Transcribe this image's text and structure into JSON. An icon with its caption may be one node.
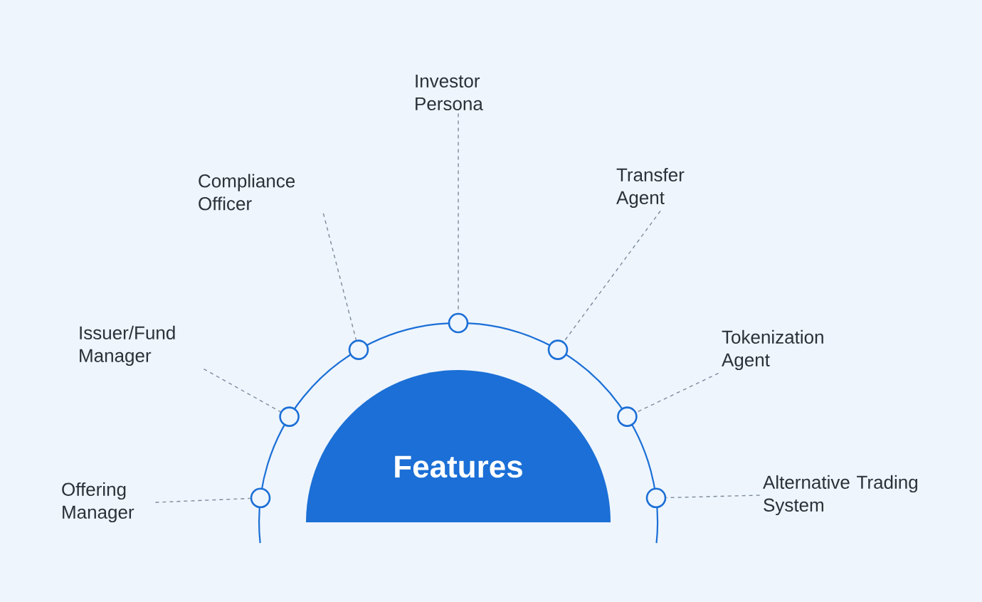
{
  "diagram": {
    "nodes": [
      {
        "text": [
          "Offering Manager"
        ]
      },
      {
        "text": [
          "Issuer/Fund Manager"
        ]
      },
      {
        "text": [
          "Compliance Officer"
        ]
      },
      {
        "text": [
          "Investor Persona"
        ]
      },
      {
        "text": [
          "Transfer Agent"
        ]
      },
      {
        "text": [
          "Tokenization Agent"
        ]
      },
      {
        "text": [
          "Alternative Trading System"
        ]
      },
      {
        "text": [],
        "shape": "circle"
      },
      {
        "text": [],
        "shape": "circle"
      },
      {
        "text": [],
        "shape": "circle"
      },
      {
        "text": [],
        "shape": "circle"
      },
      {
        "text": [],
        "shape": "circle"
      },
      {
        "text": [],
        "shape": "circle"
      },
      {
        "text": [],
        "shape": "circle"
      },
      {
        "text": [
          "Features"
        ]
      }
    ],
    "edges": [
      {
        "from": 0,
        "to": 7,
        "arrow": "none",
        "style": "dashed"
      },
      {
        "from": 1,
        "to": 8,
        "arrow": "none",
        "style": "dashed"
      },
      {
        "from": 2,
        "to": 9,
        "arrow": "none",
        "style": "dashed"
      },
      {
        "from": 3,
        "to": 10,
        "arrow": "none",
        "style": "dashed"
      },
      {
        "from": 4,
        "to": 11,
        "arrow": "none",
        "style": "dashed"
      },
      {
        "from": 5,
        "to": 12,
        "arrow": "none",
        "style": "dashed"
      },
      {
        "from": 6,
        "to": 13,
        "arrow": "none",
        "style": "dashed"
      }
    ]
  }
}
